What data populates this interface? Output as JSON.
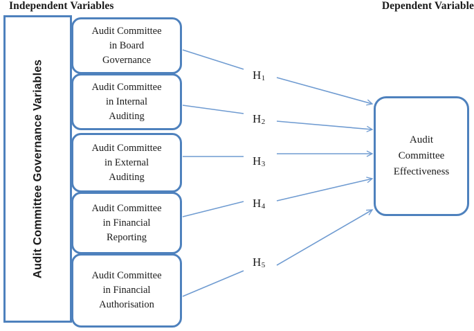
{
  "headings": {
    "independent": "Independent Variables",
    "dependent": "Dependent Variable"
  },
  "group_box": {
    "label": "Audit Committee Governance Variables",
    "orientation": "vertical-bottom-to-top"
  },
  "independent_variables": [
    {
      "id": "iv-1",
      "label": "Audit Committee\nin Board\nGovernance",
      "lines": [
        "Audit Committee",
        "in Board",
        "Governance"
      ]
    },
    {
      "id": "iv-2",
      "label": "Audit Committee\nin Internal\nAuditing",
      "lines": [
        "Audit Committee",
        "in Internal",
        "Auditing"
      ]
    },
    {
      "id": "iv-3",
      "label": "Audit Committee\nin External\nAuditing",
      "lines": [
        "Audit Committee",
        "in External",
        "Auditing"
      ]
    },
    {
      "id": "iv-4",
      "label": "Audit Committee\nin Financial\nReporting",
      "lines": [
        "Audit Committee",
        "in Financial",
        "Reporting"
      ]
    },
    {
      "id": "iv-5",
      "label": "Audit Committee\nin Financial\nAuthorisation",
      "lines": [
        "Audit Committee",
        "in Financial",
        "Authorisation"
      ]
    }
  ],
  "dependent_variable": {
    "label": "Audit\nCommittee\nEffectiveness",
    "lines": [
      "Audit",
      "Committee",
      "Effectiveness"
    ]
  },
  "hypotheses": [
    {
      "id": "h1",
      "base": "H",
      "subscript": "1",
      "from": "iv-1",
      "to": "dependent_variable"
    },
    {
      "id": "h2",
      "base": "H",
      "subscript": "2",
      "from": "iv-2",
      "to": "dependent_variable"
    },
    {
      "id": "h3",
      "base": "H",
      "subscript": "3",
      "from": "iv-3",
      "to": "dependent_variable"
    },
    {
      "id": "h4",
      "base": "H",
      "subscript": "4",
      "from": "iv-4",
      "to": "dependent_variable"
    },
    {
      "id": "h5",
      "base": "H",
      "subscript": "5",
      "from": "iv-5",
      "to": "dependent_variable"
    }
  ],
  "colors": {
    "border_blue": "#4e81bd",
    "connector_blue": "#6f9bd1",
    "text": "#1a1a1a",
    "background": "#ffffff"
  }
}
